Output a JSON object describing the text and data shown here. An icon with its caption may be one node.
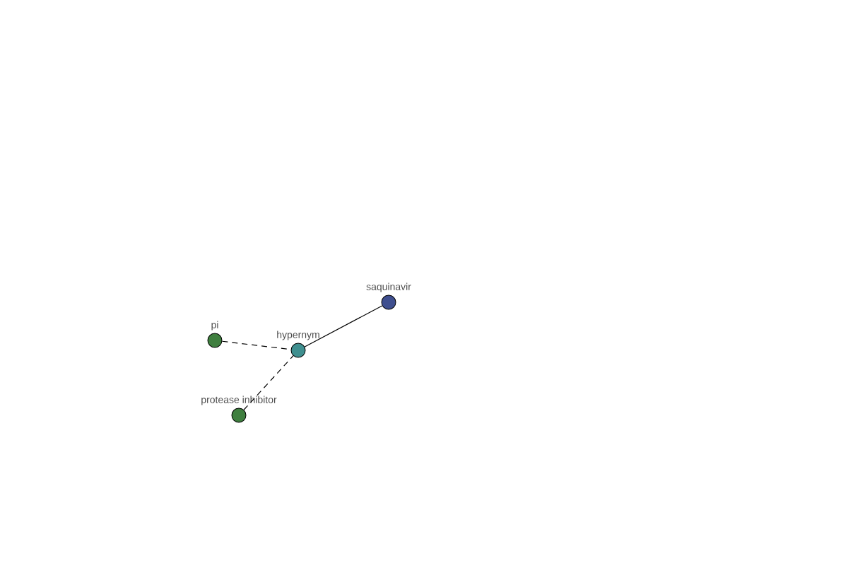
{
  "diagram": {
    "nodes": [
      {
        "text": [
          "saquinavir"
        ]
      },
      {
        "text": [
          "hypernym"
        ]
      },
      {
        "text": [
          "pi"
        ]
      },
      {
        "text": [
          "protease inhibitor"
        ]
      }
    ],
    "edges": [
      {
        "from": 1,
        "to": 0,
        "arrow": "none"
      },
      {
        "from": 2,
        "to": 1,
        "arrow": "none",
        "style": "dashed"
      },
      {
        "from": 3,
        "to": 1,
        "arrow": "none",
        "style": "dashed"
      }
    ]
  }
}
